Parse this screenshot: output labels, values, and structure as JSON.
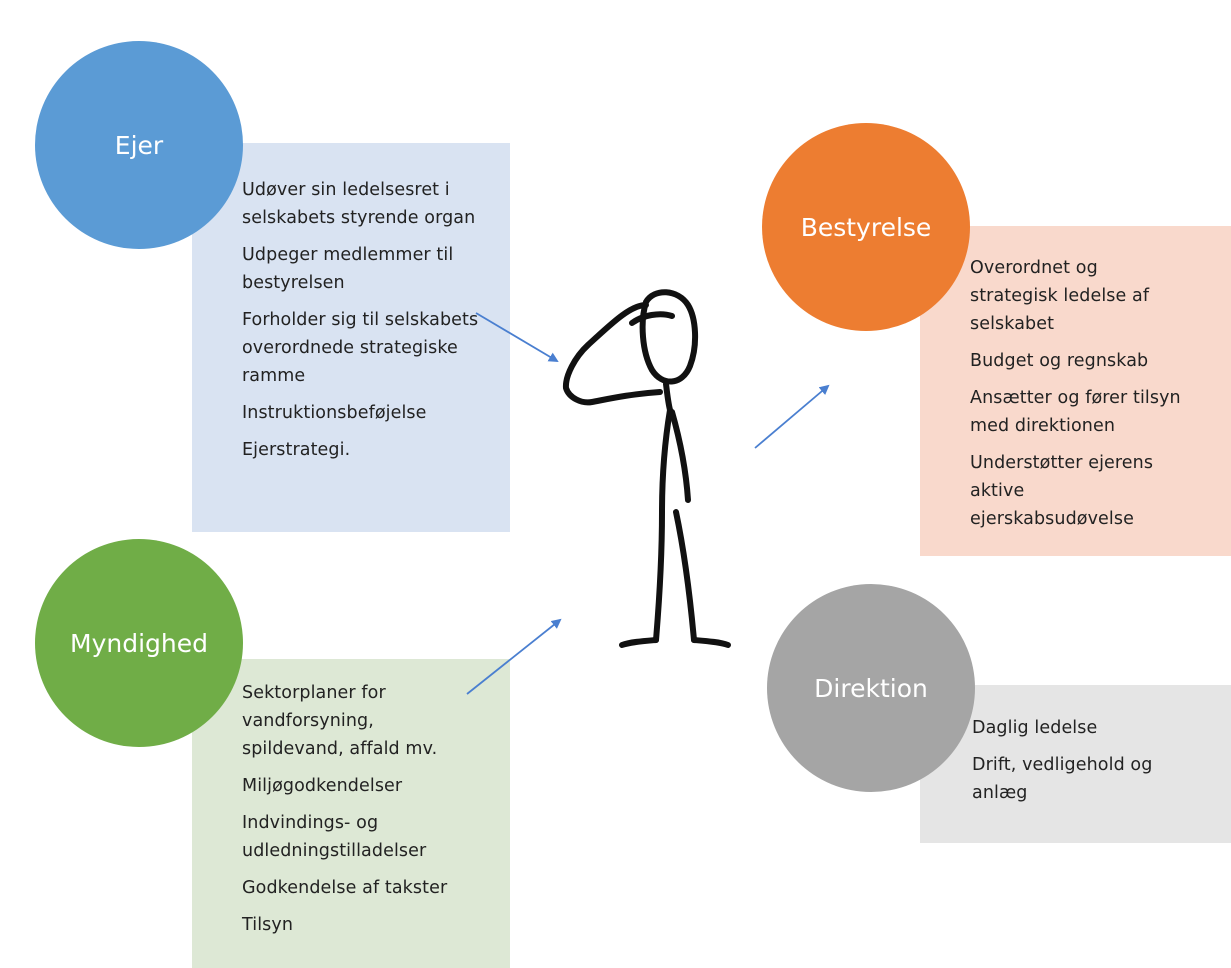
{
  "ejer": {
    "title": "Ejer",
    "items": [
      "Udøver sin ledelsesret i selskabets styrende organ",
      "Udpeger medlemmer til bestyrelsen",
      "Forholder sig til selskabets overordnede strategiske ramme",
      "Instruktionsbeføjelse",
      "Ejerstrategi."
    ]
  },
  "myndighed": {
    "title": "Myndighed",
    "items": [
      "Sektorplaner for vandforsyning, spildevand, affald mv.",
      "Miljøgodkendelser",
      "Indvindings- og udledningstilladelser",
      "Godkendelse af takster",
      "Tilsyn"
    ]
  },
  "bestyrelse": {
    "title": "Bestyrelse",
    "items": [
      "Overordnet og strategisk ledelse af selskabet",
      "Budget og regnskab",
      "Ansætter og fører tilsyn med direktionen",
      "Understøtter ejerens aktive ejerskabsudøvelse"
    ]
  },
  "direktion": {
    "title": "Direktion",
    "items": [
      "Daglig ledelse",
      "Drift, vedligehold og anlæg"
    ]
  },
  "colors": {
    "ejer": "#5b9bd5",
    "myndighed": "#70ad47",
    "bestyrelse": "#ed7d31",
    "direktion": "#a5a5a5",
    "arrow": "#4a7fd0"
  },
  "figure": {
    "icon": "stick-figure-thinking-icon"
  }
}
